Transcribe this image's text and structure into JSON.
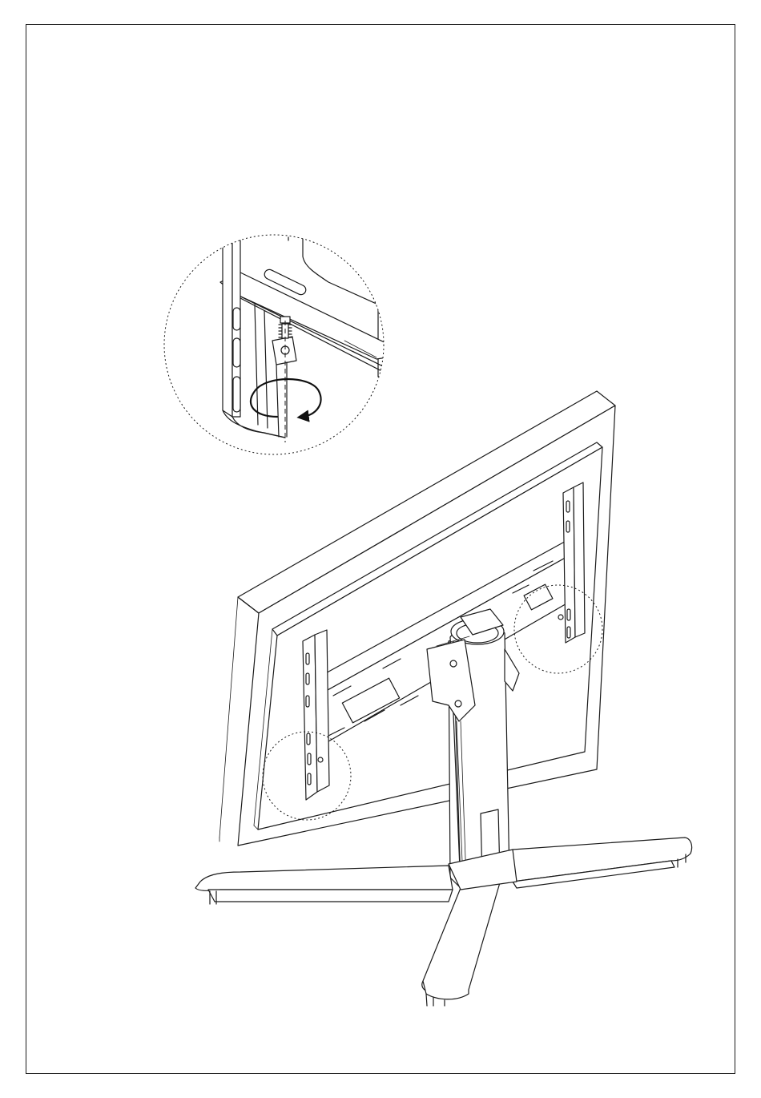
{
  "diagram": {
    "kind": "assembly-instruction",
    "subject": "tv-stand-mounting",
    "colors": {
      "line": "#1a1a1a",
      "background": "#ffffff"
    },
    "icons": [
      "rotation-arrow-icon",
      "zoom-callout-circle",
      "mount-bracket",
      "stand-base"
    ]
  }
}
